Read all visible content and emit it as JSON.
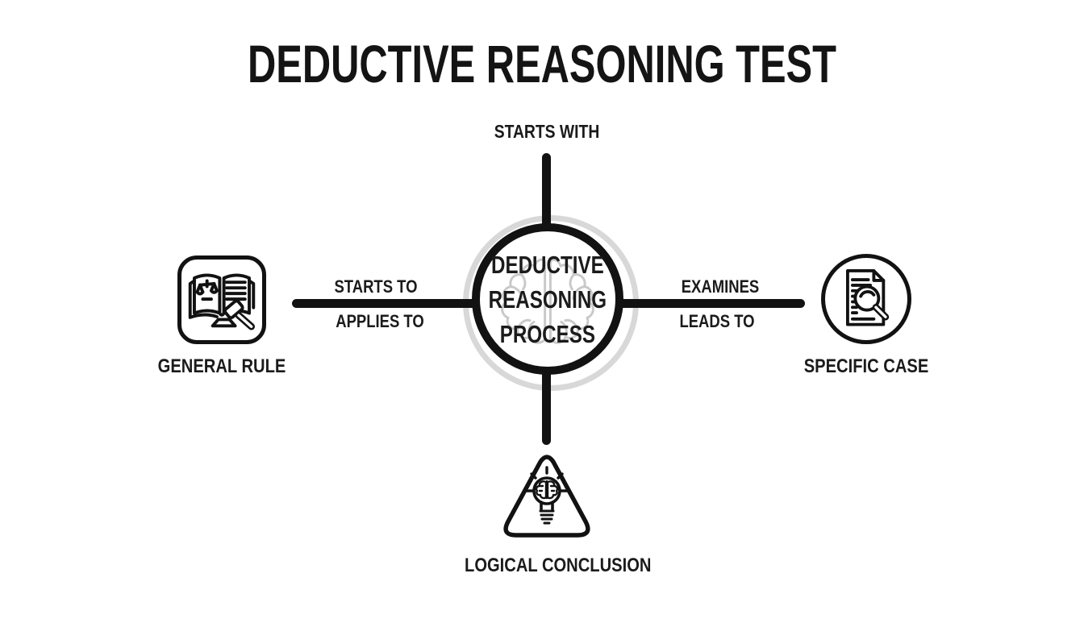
{
  "title": "DEDUCTIVE REASONING TEST",
  "colors": {
    "line": "#121212",
    "shadow_gray": "#d8d8d8",
    "brain_gray": "#c9c9c9",
    "text": "#1b1b1b",
    "background": "#ffffff"
  },
  "diagram": {
    "top_label": "STARTS WITH",
    "center": {
      "line1": "DEDUCTIVE",
      "line2": "REASONING",
      "line3": "PROCESS",
      "icon": "brain-icon"
    },
    "left_connector": {
      "above": "STARTS TO",
      "below": "APPLIES TO"
    },
    "right_connector": {
      "above": "EXAMINES",
      "below": "LEADS TO"
    },
    "nodes": {
      "left": {
        "label": "GENERAL RULE",
        "icon": "law-book-gavel-icon"
      },
      "right": {
        "label": "SPECIFIC CASE",
        "icon": "document-magnifier-icon"
      },
      "bottom": {
        "label": "LOGICAL CONCLUSION",
        "icon": "lightbulb-brain-icon"
      }
    }
  }
}
